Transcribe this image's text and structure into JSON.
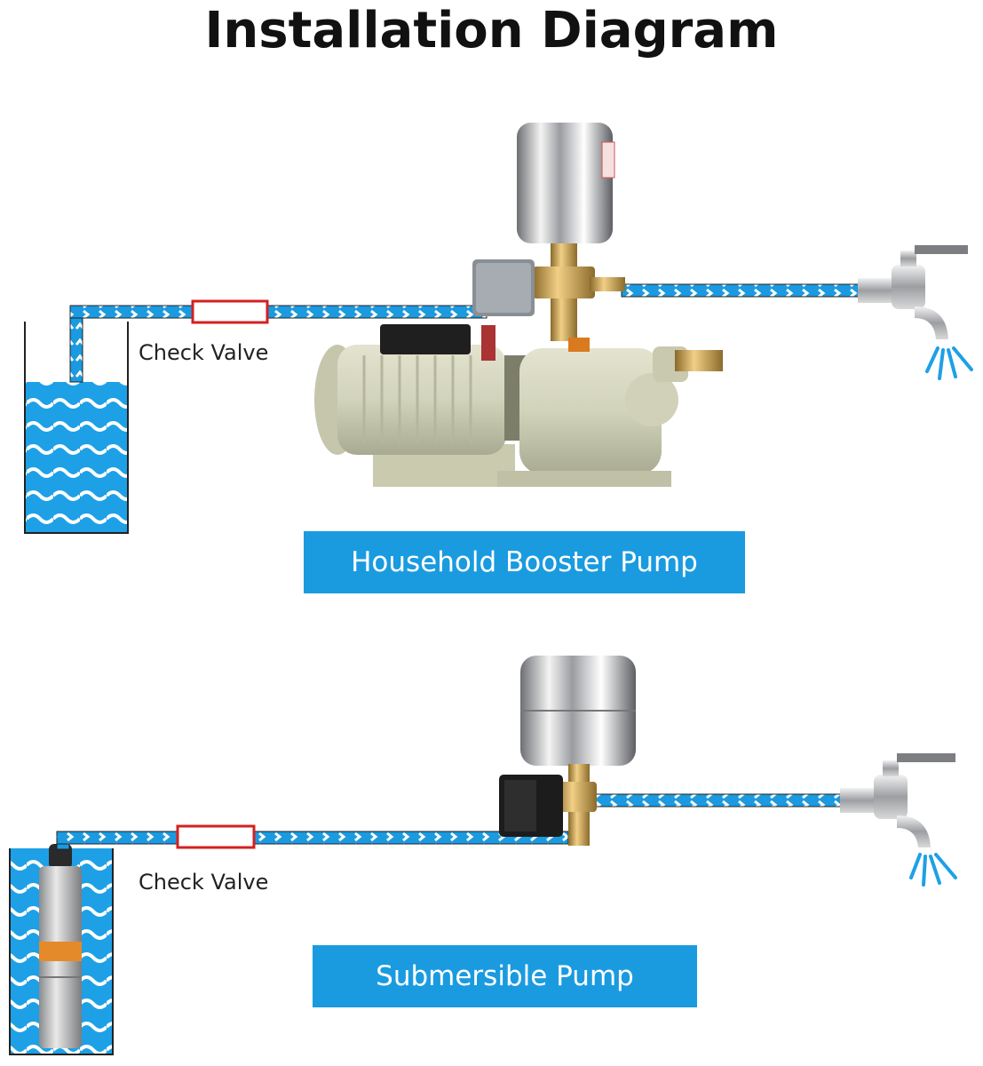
{
  "title": "Installation Diagram",
  "sections": [
    {
      "pump_label": "Household Booster Pump",
      "valve_label": "Check Valve"
    },
    {
      "pump_label": "Submersible Pump",
      "valve_label": "Check Valve"
    }
  ],
  "colors": {
    "water": "#1ea0e6",
    "banner": "#1a9be0",
    "pipe": "#1b9ae0",
    "valve": "#d42020"
  }
}
